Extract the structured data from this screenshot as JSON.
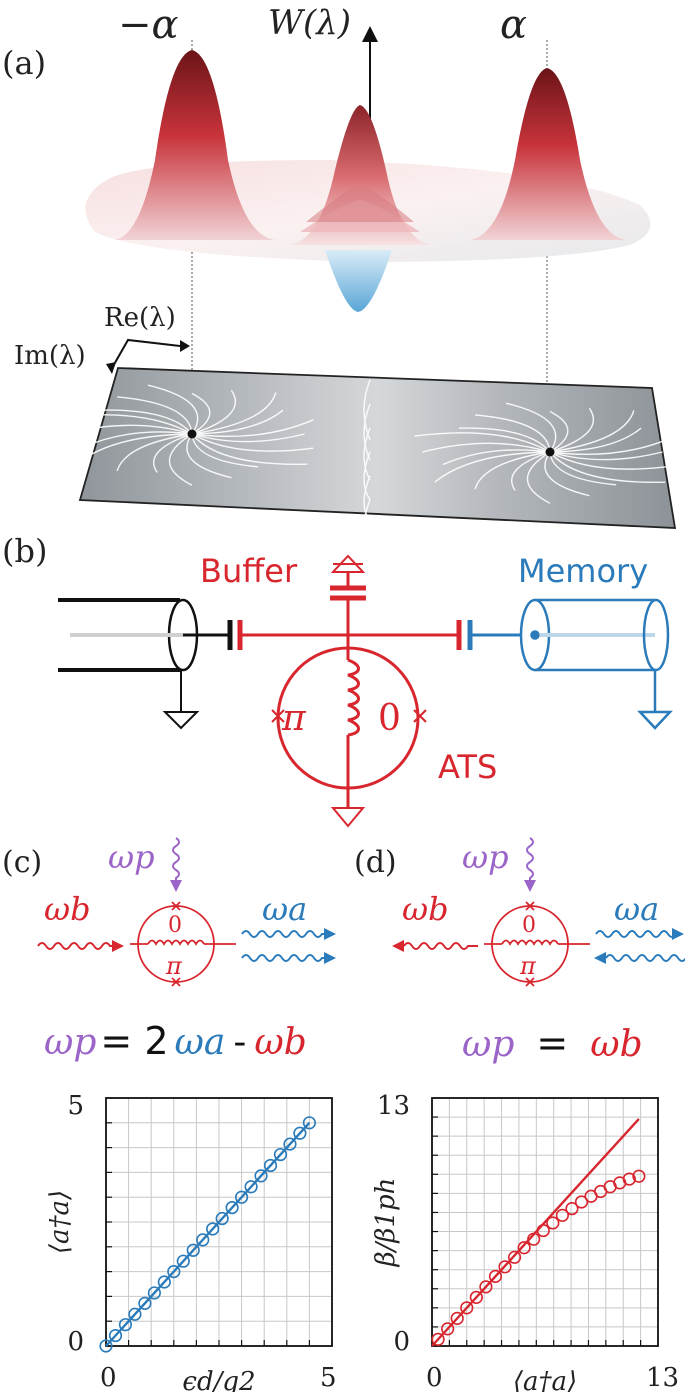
{
  "panel_labels": {
    "a": "(a)",
    "b": "(b)",
    "c": "(c)",
    "d": "(d)"
  },
  "panel_a": {
    "minus_alpha": "−α",
    "alpha": "α",
    "w_label": "W(λ)",
    "re_label": "Re(λ)",
    "im_label": "Im(λ)"
  },
  "panel_b": {
    "buffer": "Buffer",
    "memory": "Memory",
    "ats": "ATS",
    "pi": "π",
    "zero": "0"
  },
  "panel_c": {
    "omega_p": "ωp",
    "omega_b": "ωb",
    "omega_a": "ωa",
    "zero": "0",
    "pi": "π",
    "eq_lhs": "ωp",
    "eq_equals": "= 2",
    "eq_a": "ωa",
    "eq_minus": "-",
    "eq_b": "ωb"
  },
  "panel_d": {
    "omega_p": "ωp",
    "omega_b": "ωb",
    "omega_a": "ωa",
    "zero": "0",
    "pi": "π",
    "eq_lhs": "ωp",
    "eq_equals": "=",
    "eq_b": "ωb"
  },
  "colors": {
    "red": "#d8262e",
    "blue": "#2b7bba",
    "purple": "#9a64c8",
    "grid": "#c8c8c8"
  },
  "chart_data": [
    {
      "type": "scatter",
      "xlabel": "ϵd/g2",
      "ylabel": "⟨a†a⟩",
      "xlim": [
        0,
        5
      ],
      "ylim": [
        0,
        5
      ],
      "xticks": [
        "0",
        "5"
      ],
      "yticks": [
        "0",
        "5"
      ],
      "grid": true,
      "series": [
        {
          "kind": "points",
          "color": "#2b7bba",
          "x": [
            0.0,
            0.21,
            0.43,
            0.64,
            0.86,
            1.07,
            1.29,
            1.5,
            1.71,
            1.93,
            2.14,
            2.36,
            2.57,
            2.79,
            3.0,
            3.21,
            3.43,
            3.64,
            3.86,
            4.07,
            4.29,
            4.5
          ],
          "y": [
            0.0,
            0.21,
            0.43,
            0.64,
            0.86,
            1.07,
            1.29,
            1.5,
            1.71,
            1.93,
            2.14,
            2.36,
            2.57,
            2.79,
            3.0,
            3.21,
            3.43,
            3.64,
            3.86,
            4.07,
            4.29,
            4.5
          ]
        },
        {
          "kind": "line",
          "color": "#2b7bba",
          "x": [
            0,
            4.5
          ],
          "y": [
            0,
            4.5
          ]
        }
      ]
    },
    {
      "type": "scatter",
      "xlabel": "⟨a†a⟩",
      "ylabel": "β/β1ph",
      "xlim": [
        0,
        13
      ],
      "ylim": [
        0,
        13
      ],
      "xticks": [
        "0",
        "13"
      ],
      "yticks": [
        "0",
        "13"
      ],
      "grid": true,
      "series": [
        {
          "kind": "points",
          "color": "#d8262e",
          "x": [
            0.35,
            0.9,
            1.45,
            2.0,
            2.55,
            3.1,
            3.65,
            4.2,
            4.75,
            5.3,
            5.85,
            6.4,
            6.95,
            7.5,
            8.05,
            8.6,
            9.15,
            9.7,
            10.25,
            10.8,
            11.35,
            11.9
          ],
          "y": [
            0.35,
            0.9,
            1.45,
            2.0,
            2.55,
            3.1,
            3.65,
            4.15,
            4.65,
            5.15,
            5.6,
            6.05,
            6.45,
            6.85,
            7.2,
            7.55,
            7.85,
            8.1,
            8.35,
            8.55,
            8.75,
            8.9
          ]
        },
        {
          "kind": "line",
          "color": "#d8262e",
          "x": [
            0,
            11.9
          ],
          "y": [
            0,
            11.9
          ]
        }
      ]
    }
  ]
}
